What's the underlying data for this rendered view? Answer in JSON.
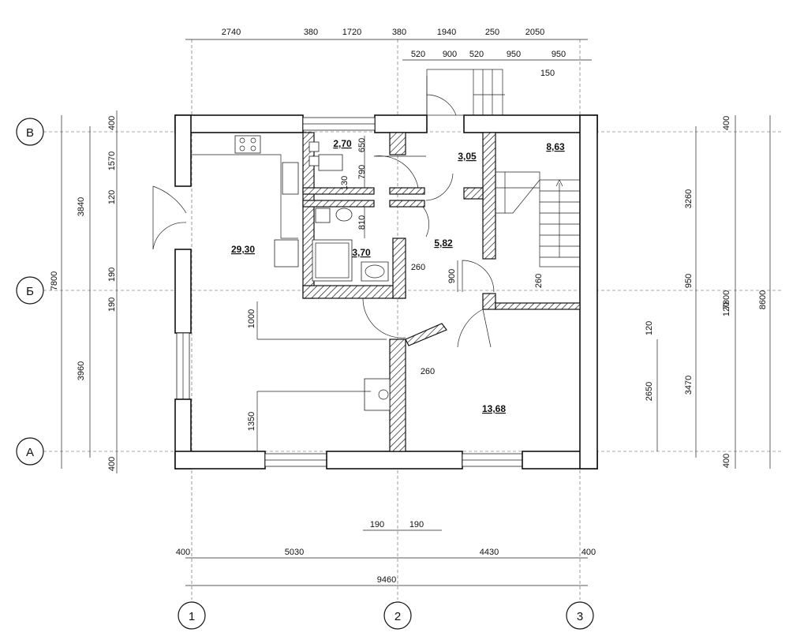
{
  "axes": {
    "rows": [
      "В",
      "Б",
      "А"
    ],
    "cols": [
      "1",
      "2",
      "3"
    ]
  },
  "dims": {
    "top_row1": [
      "2740",
      "380",
      "1720",
      "380",
      "1940",
      "250",
      "2050"
    ],
    "top_row2": [
      "520",
      "900",
      "520",
      "950",
      "950"
    ],
    "top_extra": "150",
    "left_outer": "7800",
    "left_mid": [
      "3840",
      "3960"
    ],
    "left_inner": [
      "400",
      "1570",
      "120",
      "190",
      "190",
      "400"
    ],
    "right_inner": [
      "400",
      "3260",
      "950",
      "120",
      "3470",
      "400"
    ],
    "right_mid": "7800",
    "right_outer": "8600",
    "right_extra": [
      "120",
      "2650"
    ],
    "bottom_small": [
      "190",
      "190"
    ],
    "bottom_row1": [
      "400",
      "5030",
      "4430",
      "400"
    ],
    "bottom_total": "9460",
    "interior": [
      "650",
      "790",
      "130",
      "810",
      "900",
      "260",
      "260",
      "1000",
      "1350",
      "260"
    ]
  },
  "rooms": {
    "living": "29,30",
    "wc": "2,70",
    "bath": "3,70",
    "vestibule": "3,05",
    "hall": "5,82",
    "stair": "8,63",
    "bedroom": "13,68"
  }
}
